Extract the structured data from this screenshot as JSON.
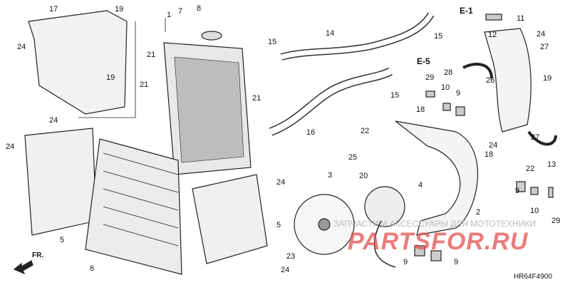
{
  "diagram": {
    "code": "HR64F4900",
    "front_marker": "FR.",
    "watermark": {
      "subtitle": "ЗАПЧАСТИ И АКСЕССУАРЫ ДЛЯ МОТОТЕХНИКИ",
      "brand": "PARTSFOR.RU"
    },
    "references": [
      "E-1",
      "E-5"
    ],
    "callouts": [
      "17",
      "19",
      "24",
      "19",
      "1",
      "7",
      "8",
      "21",
      "15",
      "21",
      "21",
      "14",
      "11",
      "12",
      "24",
      "15",
      "27",
      "28",
      "29",
      "10",
      "9",
      "19",
      "26",
      "15",
      "16",
      "22",
      "18",
      "24",
      "24",
      "27",
      "24",
      "18",
      "13",
      "22",
      "25",
      "3",
      "20",
      "4",
      "9",
      "24",
      "5",
      "5",
      "2",
      "10",
      "29",
      "6",
      "23",
      "24",
      "9",
      "9"
    ]
  }
}
